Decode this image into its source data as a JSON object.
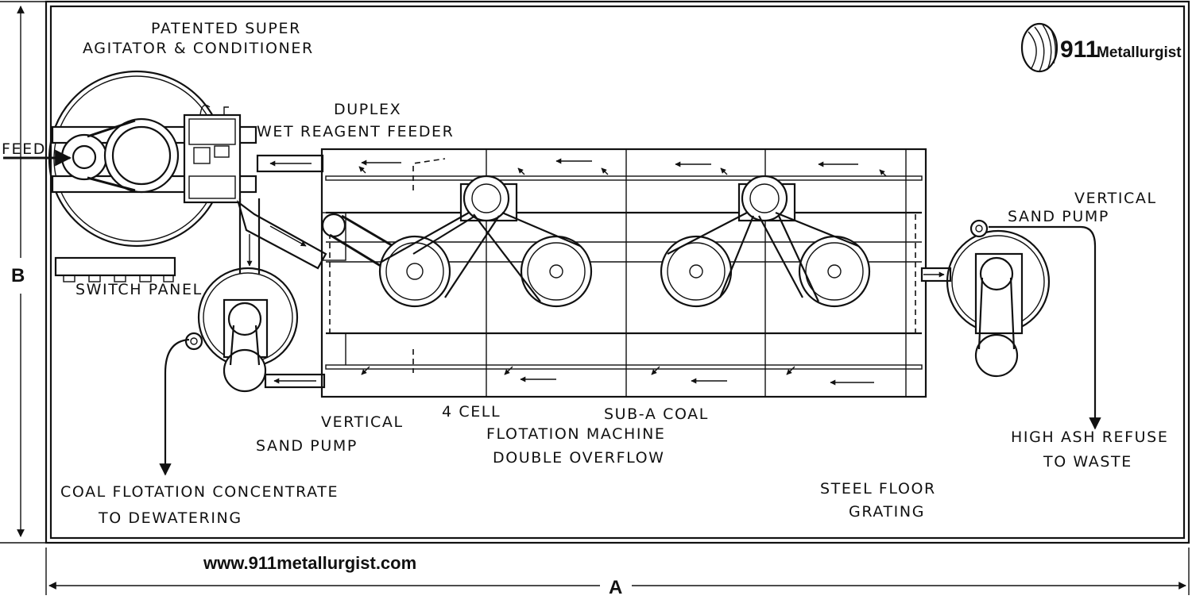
{
  "labels": {
    "agitator_line1": "PATENTED SUPER",
    "agitator_line2": "AGITATOR & CONDITIONER",
    "feed": "FEED",
    "reagent_line1": "DUPLEX",
    "reagent_line2": "WET REAGENT FEEDER",
    "switch_panel": "SWITCH PANEL",
    "pump_left_line1": "VERTICAL",
    "pump_left_line2": "SAND PUMP",
    "pump_right_line1": "VERTICAL",
    "pump_right_line2": "SAND PUMP",
    "machine_line1a": "4 CELL",
    "machine_line1b": "SUB-A COAL",
    "machine_line2": "FLOTATION MACHINE",
    "machine_line3": "DOUBLE OVERFLOW",
    "concentrate_line1": "COAL FLOTATION CONCENTRATE",
    "concentrate_line2": "TO DEWATERING",
    "refuse_line1": "HIGH ASH REFUSE",
    "refuse_line2": "TO WASTE",
    "grating_line1": "STEEL FLOOR",
    "grating_line2": "GRATING",
    "dim_a": "A",
    "dim_b": "B"
  },
  "logo": {
    "number": "911",
    "name": "Metallurgist",
    "icon": "metallurgist-logo-icon"
  },
  "website": "www.911metallurgist.com",
  "colors": {
    "ink": "#111111",
    "paper": "#ffffff"
  }
}
